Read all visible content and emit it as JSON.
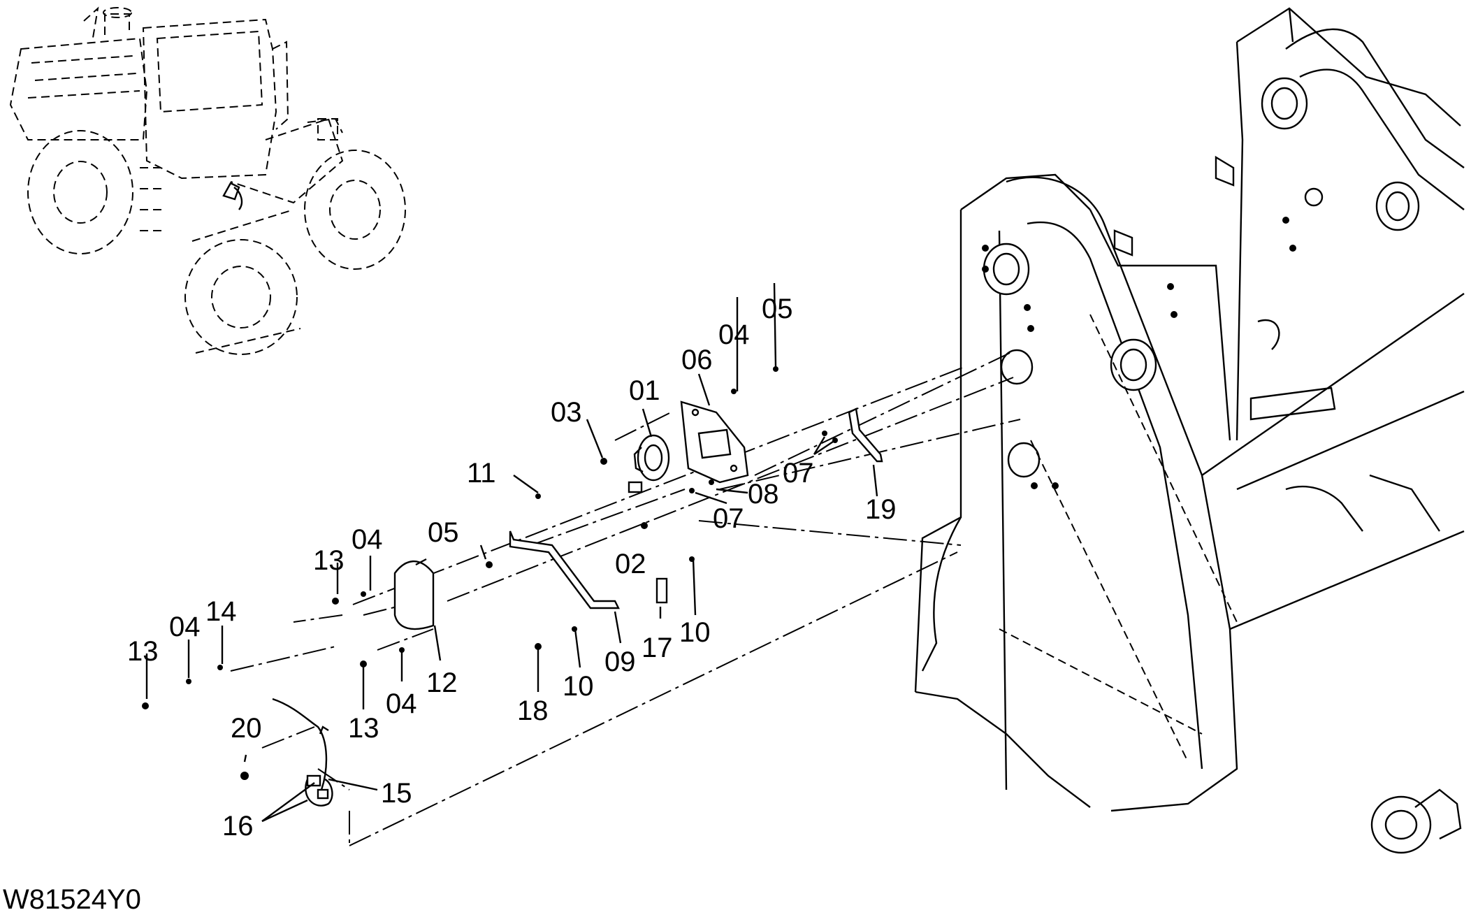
{
  "drawing_code": "W81524Y0",
  "callouts": [
    {
      "key": "c01",
      "text": "01"
    },
    {
      "key": "c02",
      "text": "02"
    },
    {
      "key": "c03",
      "text": "03"
    },
    {
      "key": "c04a",
      "text": "04"
    },
    {
      "key": "c05a",
      "text": "05"
    },
    {
      "key": "c06",
      "text": "06"
    },
    {
      "key": "c11",
      "text": "11"
    },
    {
      "key": "c05b",
      "text": "05"
    },
    {
      "key": "c07a",
      "text": "07"
    },
    {
      "key": "c08",
      "text": "08"
    },
    {
      "key": "c07b",
      "text": "07"
    },
    {
      "key": "c19",
      "text": "19"
    },
    {
      "key": "c13a",
      "text": "13"
    },
    {
      "key": "c04b",
      "text": "04"
    },
    {
      "key": "c13b",
      "text": "13"
    },
    {
      "key": "c04c",
      "text": "04"
    },
    {
      "key": "c14",
      "text": "14"
    },
    {
      "key": "c09",
      "text": "09"
    },
    {
      "key": "c17",
      "text": "17"
    },
    {
      "key": "c10a",
      "text": "10"
    },
    {
      "key": "c10b",
      "text": "10"
    },
    {
      "key": "c18",
      "text": "18"
    },
    {
      "key": "c12",
      "text": "12"
    },
    {
      "key": "c04d",
      "text": "04"
    },
    {
      "key": "c13c",
      "text": "13"
    },
    {
      "key": "c20",
      "text": "20"
    },
    {
      "key": "c15",
      "text": "15"
    },
    {
      "key": "c16",
      "text": "16"
    }
  ]
}
